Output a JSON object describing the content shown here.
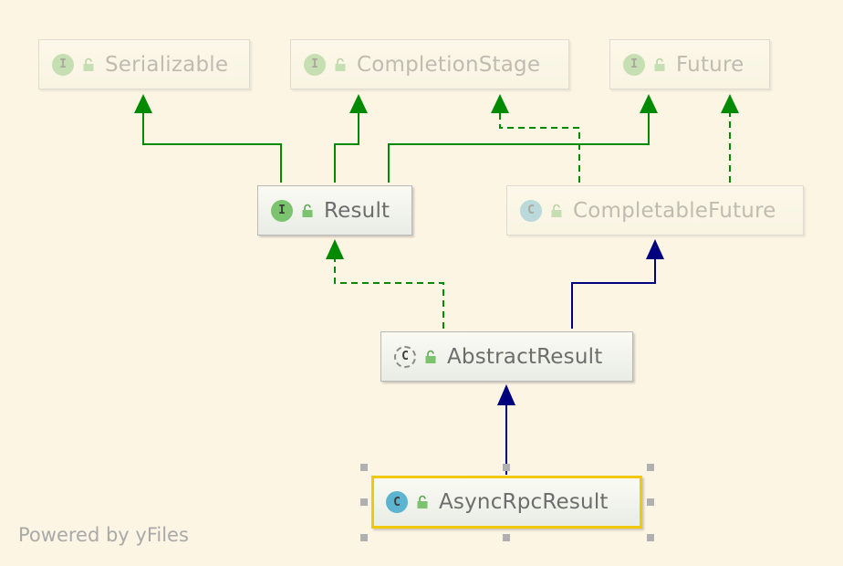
{
  "diagram": {
    "nodes": {
      "serializable": {
        "label": "Serializable",
        "kind": "interface",
        "badge": "I"
      },
      "completion_stage": {
        "label": "CompletionStage",
        "kind": "interface",
        "badge": "I"
      },
      "future": {
        "label": "Future",
        "kind": "interface",
        "badge": "I"
      },
      "result": {
        "label": "Result",
        "kind": "interface",
        "badge": "I"
      },
      "completable_future": {
        "label": "CompletableFuture",
        "kind": "class",
        "badge": "C"
      },
      "abstract_result": {
        "label": "AbstractResult",
        "kind": "abstract-class",
        "badge": "C"
      },
      "async_rpc_result": {
        "label": "AsyncRpcResult",
        "kind": "class",
        "badge": "C",
        "selected": true
      }
    },
    "edges": [
      {
        "from": "result",
        "to": "serializable",
        "type": "extends-interface",
        "color": "#008a00"
      },
      {
        "from": "result",
        "to": "completion_stage",
        "type": "extends-interface",
        "color": "#008a00"
      },
      {
        "from": "result",
        "to": "future",
        "type": "extends-interface",
        "color": "#008a00"
      },
      {
        "from": "completable_future",
        "to": "completion_stage",
        "type": "implements",
        "color": "#008a00"
      },
      {
        "from": "completable_future",
        "to": "future",
        "type": "implements",
        "color": "#008a00"
      },
      {
        "from": "abstract_result",
        "to": "result",
        "type": "implements",
        "color": "#008a00"
      },
      {
        "from": "abstract_result",
        "to": "completable_future",
        "type": "extends",
        "color": "#00007f"
      },
      {
        "from": "async_rpc_result",
        "to": "abstract_result",
        "type": "extends",
        "color": "#00007f"
      }
    ],
    "colors": {
      "background": "#fdf5e4",
      "interface_badge": "#7cc36f",
      "class_badge": "#5db4ce",
      "selection": "#f2c80c"
    }
  },
  "watermark": "Powered by yFiles"
}
